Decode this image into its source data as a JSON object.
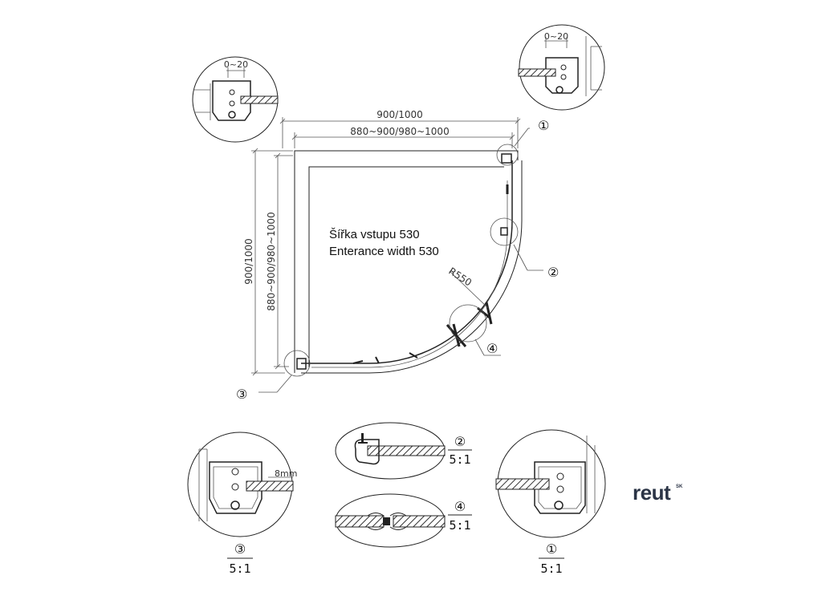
{
  "dimensions": {
    "outer_width": "900/1000",
    "inner_width": "880~900/980~1000",
    "outer_height": "900/1000",
    "inner_height": "880~900/980~1000",
    "radius": "R550",
    "gap_top_left": "0~20",
    "gap_top_right": "0~20",
    "glass_thickness": "8mm"
  },
  "notes": {
    "entrance_cs": "Šířka vstupu 530",
    "entrance_en": "Enterance width 530"
  },
  "callouts": {
    "c1": "①",
    "c2": "②",
    "c3": "③",
    "c4": "④"
  },
  "details": {
    "d2_label": "②",
    "d2_scale": "5:1",
    "d4_label": "④",
    "d4_scale": "5:1",
    "d3_label": "③",
    "d3_scale": "5:1",
    "d1_label": "①",
    "d1_scale": "5:1"
  },
  "brand": {
    "name": "reut",
    "suffix": "SK",
    "color": "#2b3446"
  }
}
